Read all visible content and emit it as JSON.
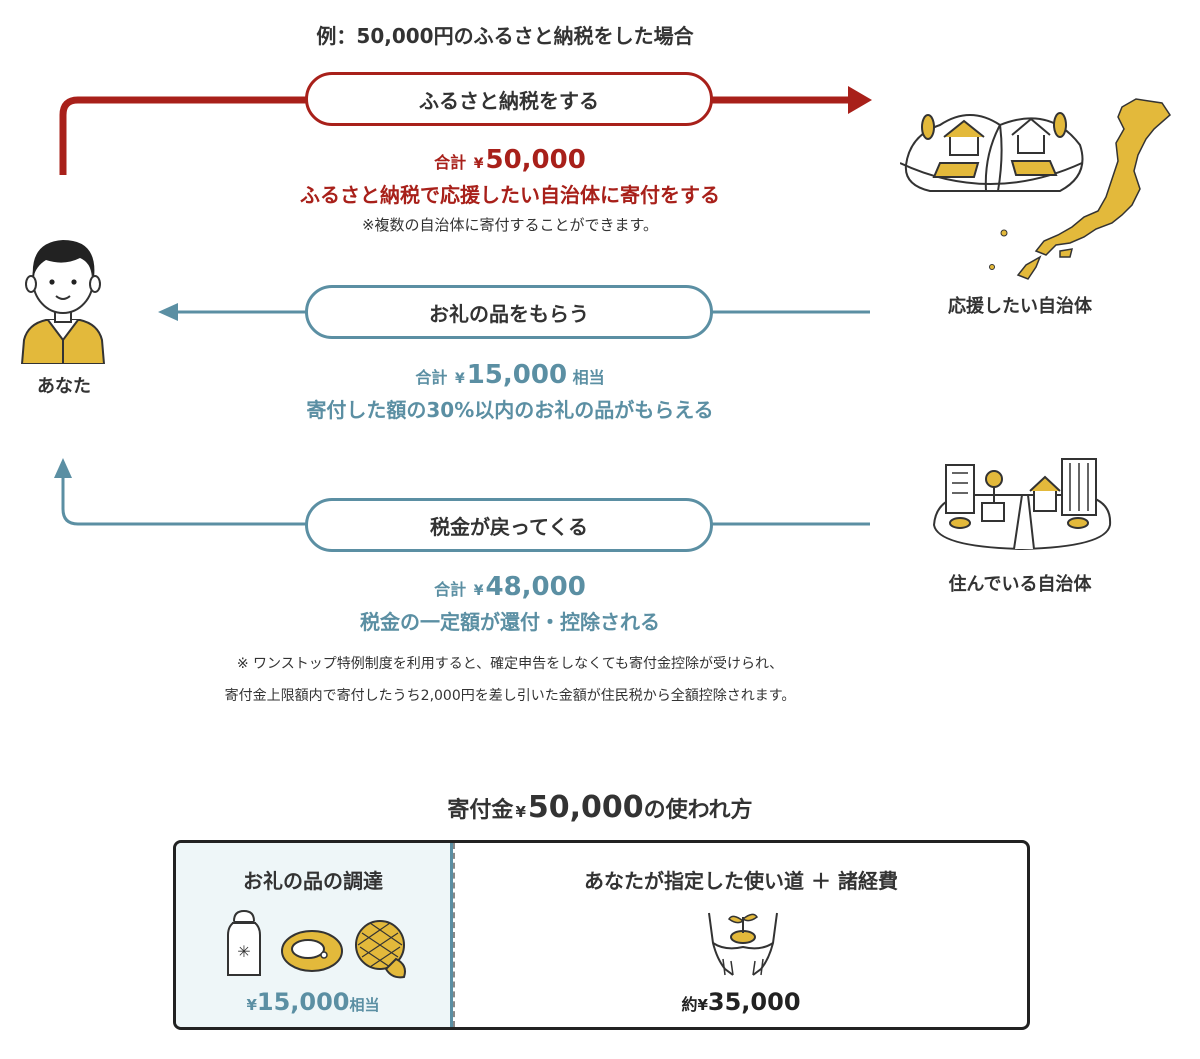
{
  "title": "例：50,000円のふるさと納税をした場合",
  "colors": {
    "red": "#a8201a",
    "blue": "#5b8fa3",
    "yellow": "#e3b93b",
    "dark": "#333333"
  },
  "you_label": "あなた",
  "steps": [
    {
      "pill": "ふるさと納税をする",
      "total_prefix": "合計",
      "yen": "¥",
      "amount": "50,000",
      "suffix": "",
      "desc": "ふるさと納税で応援したい自治体に寄付をする",
      "note": "※複数の自治体に寄付することができます。"
    },
    {
      "pill": "お礼の品をもらう",
      "total_prefix": "合計",
      "yen": "¥",
      "amount": "15,000",
      "suffix": "相当",
      "desc": "寄付した額の30%以内のお礼の品がもらえる"
    },
    {
      "pill": "税金が戻ってくる",
      "total_prefix": "合計",
      "yen": "¥",
      "amount": "48,000",
      "suffix": "",
      "desc": "税金の一定額が還付・控除される",
      "note_lines": [
        "※ ワンストップ特例制度を利用すると、確定申告をしなくても寄付金控除が受けられ、",
        "寄付金上限額内で寄付したうち2,000円を差し引いた金額が住民税から全額控除されます。"
      ]
    }
  ],
  "support_municipality_label": "応援したい自治体",
  "home_municipality_label": "住んでいる自治体",
  "usage": {
    "title_prefix": "寄付金",
    "yen": "¥",
    "amount": "50,000",
    "title_suffix": "の使われ方",
    "left_head": "お礼の品の調達",
    "left_yen": "¥",
    "left_amount": "15,000",
    "left_suffix": "相当",
    "right_head": "あなたが指定した使い道 ＋ 諸経費",
    "right_prefix": "約",
    "right_yen": "¥",
    "right_amount": "35,000"
  }
}
